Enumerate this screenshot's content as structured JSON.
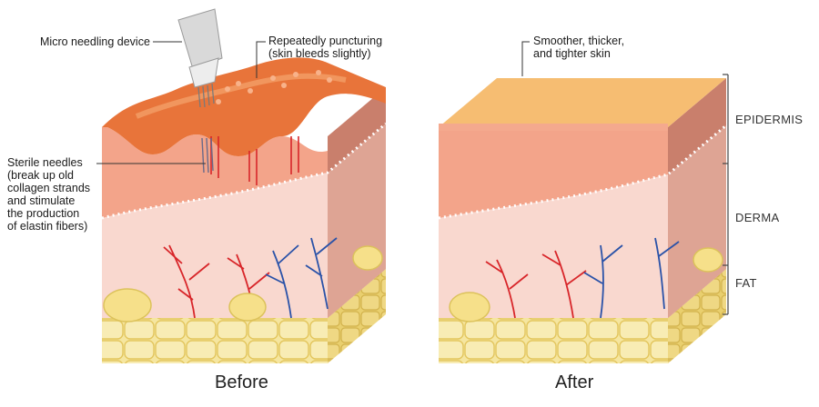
{
  "labels": {
    "device": "Micro needling device",
    "puncture": [
      "Repeatedly puncturing",
      "(skin bleeds slightly)"
    ],
    "needles": [
      "Sterile needles",
      "(break up old",
      "collagen strands",
      "and stimulate",
      "the production",
      "of elastin fibers)"
    ],
    "result": [
      "Smoother, thicker,",
      "and tighter skin"
    ]
  },
  "layers": {
    "epidermis": "EPIDERMIS",
    "derma": "DERMA",
    "fat": "FAT"
  },
  "captions": {
    "before": "Before",
    "after": "After"
  },
  "colors": {
    "epidermis_before": "#e8743a",
    "epidermis_after": "#f6bd72",
    "derma_top": "#f3a48a",
    "derma_side": "#c97f6c",
    "derma_lower": "#f9d8cf",
    "fat": "#f3e08a",
    "artery": "#d8262a",
    "vein": "#2a52a8"
  }
}
